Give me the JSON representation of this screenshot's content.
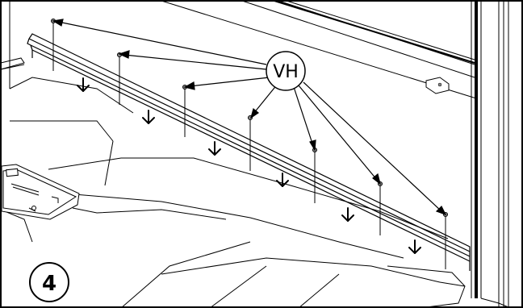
{
  "callout": {
    "label": "VH",
    "target_count": 7
  },
  "step": {
    "number": "4"
  },
  "arrows": {
    "direction": "down",
    "count": 6
  },
  "colors": {
    "line": "#000000",
    "background": "#ffffff",
    "pin_head": "#8a8a8a"
  }
}
